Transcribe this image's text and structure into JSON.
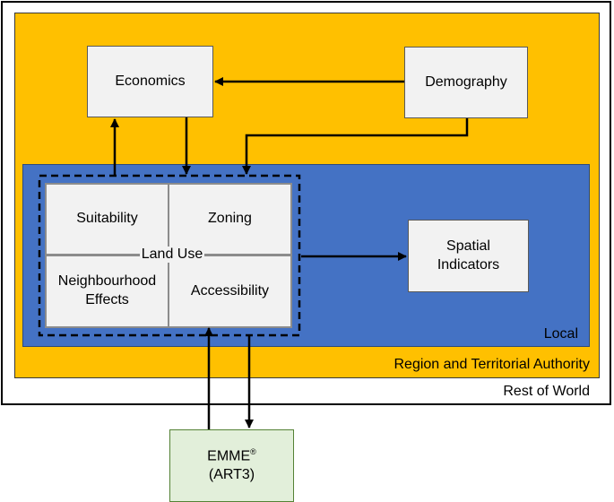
{
  "scopes": {
    "world": "Rest of World",
    "region": "Region and Territorial Authority",
    "local": "Local"
  },
  "nodes": {
    "economics": "Economics",
    "demography": "Demography",
    "suitability": "Suitability",
    "zoning": "Zoning",
    "land_use": "Land Use",
    "neighbourhood_effects": "Neighbourhood Effects",
    "accessibility": "Accessibility",
    "spatial_indicators": "Spatial Indicators",
    "emme_name": "EMME",
    "emme_mark": "®",
    "emme_sub": "(ART3)"
  },
  "colors": {
    "world_bg": "#FFFFFF",
    "region_bg": "#FFC000",
    "local_bg": "#4472C4",
    "box_bg": "#F2F2F2",
    "emme_bg": "#E2EFDA"
  }
}
